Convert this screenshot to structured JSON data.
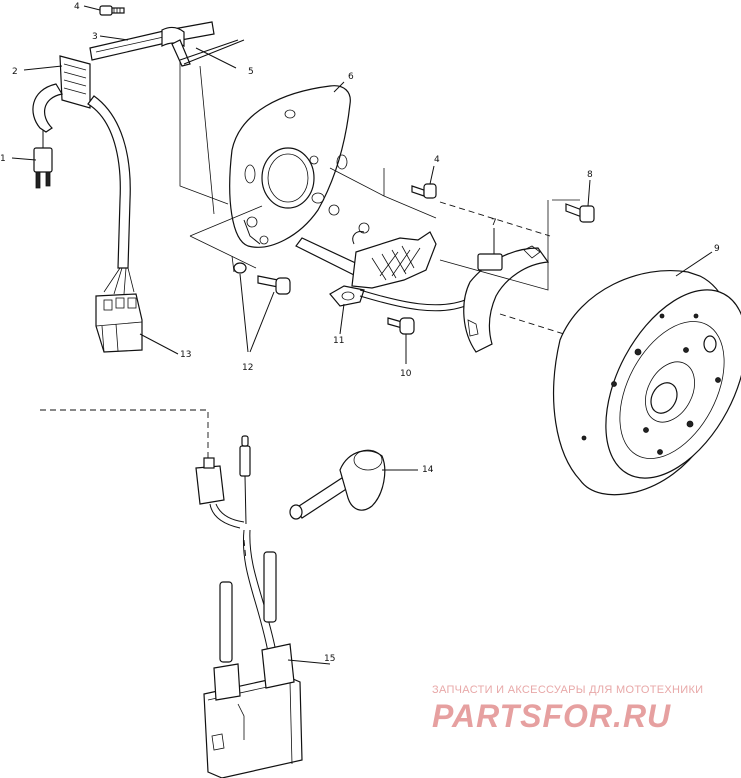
{
  "callouts": [
    "1",
    "2",
    "3",
    "4",
    "5",
    "6",
    "4",
    "8",
    "7",
    "9",
    "13",
    "12",
    "11",
    "10",
    "14",
    "15"
  ],
  "watermark": {
    "line1": "ЗАПЧАСТИ И АКСЕССУАРЫ ДЛЯ МОТОТЕХНИКИ",
    "line2": "PARTSFOR.RU"
  },
  "colors": {
    "ink": "#111111",
    "watermark": "#e6a0a0"
  }
}
